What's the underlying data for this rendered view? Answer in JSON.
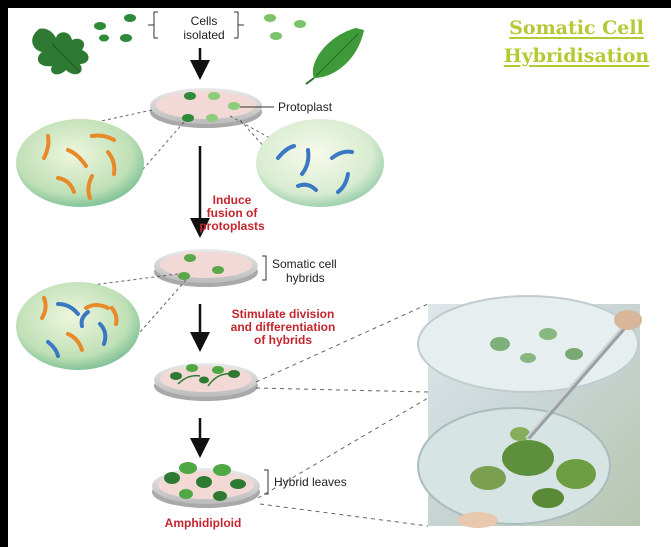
{
  "title": {
    "line1": "Somatic Cell",
    "line2": "Hybridisation"
  },
  "labels": {
    "cells_isolated_1": "Cells",
    "cells_isolated_2": "isolated",
    "protoplast": "Protoplast",
    "somatic_hybrids_1": "Somatic cell",
    "somatic_hybrids_2": "hybrids",
    "hybrid_leaves": "Hybrid leaves"
  },
  "steps": {
    "fusion_1": "Induce",
    "fusion_2": "fusion of",
    "fusion_3": "protoplasts",
    "division_1": "Stimulate division",
    "division_2": "and differentiation",
    "division_3": "of hybrids",
    "result": "Amphidiploid"
  },
  "colors": {
    "title": "#b5c934",
    "step_text": "#c3262f",
    "frame": "#000000",
    "leaf_dark": "#2f7a32",
    "leaf_light": "#4fa843",
    "chromosome_orange": "#e8892a",
    "chromosome_blue": "#3b78c4",
    "dish_fill": "#f2d9d6"
  }
}
